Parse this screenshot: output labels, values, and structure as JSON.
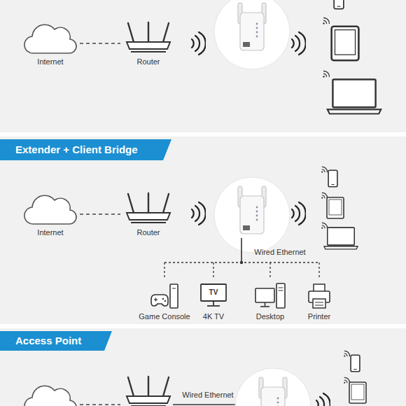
{
  "diagram": {
    "nodes": [
      {
        "text": [
          "Internet"
        ]
      },
      {
        "text": [
          "Router"
        ]
      },
      {
        "text": [
          "Extender + Client Bridge"
        ]
      },
      {
        "text": [
          "Internet"
        ]
      },
      {
        "text": [
          "Router"
        ]
      },
      {
        "text": [
          "Game Console"
        ]
      },
      {
        "text": [
          "TV",
          "4K TV"
        ]
      },
      {
        "text": [
          "Desktop"
        ]
      },
      {
        "text": [
          "Printer"
        ]
      },
      {
        "text": [
          "Access Point"
        ]
      }
    ],
    "edges": [
      {
        "from": 0,
        "to": 1,
        "arrow": "none"
      },
      {
        "from": 3,
        "to": 4,
        "arrow": "none"
      }
    ],
    "labels": [
      "Wired Ethernet",
      "Wired Ethernet"
    ]
  }
}
